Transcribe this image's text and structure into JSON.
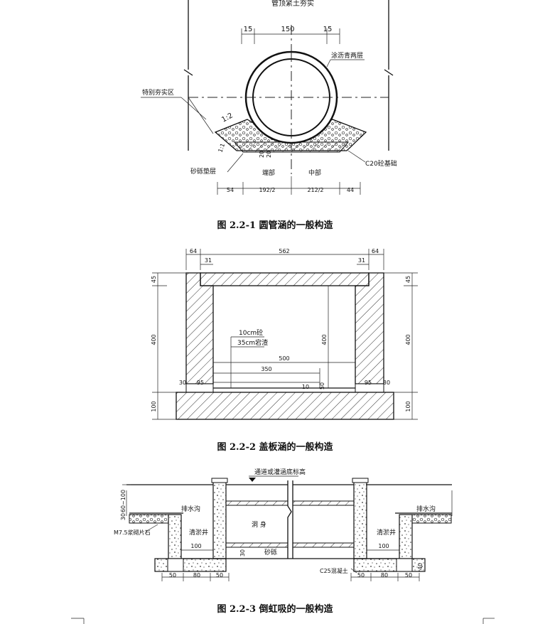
{
  "fig1": {
    "top_text": "管顶紧土夯实",
    "dim_top_left": "15",
    "dim_top_mid": "150",
    "dim_top_right": "15",
    "label_coating": "涂沥青两层",
    "label_compact": "特别夯实区",
    "label_slope1": "1:2",
    "label_slope2": "1:1",
    "label_gravel": "砂砾垫层",
    "label_c20": "C20砼基础",
    "dim_20a": "20",
    "dim_20b": "20",
    "label_end": "端部",
    "label_middle": "中部",
    "dim_54": "54",
    "dim_192": "192/2",
    "dim_212": "212/2",
    "dim_44": "44",
    "caption": "图 2.2-1  圆管涵的一般构造"
  },
  "fig2": {
    "dim_64a": "64",
    "dim_562": "562",
    "dim_64b": "64",
    "dim_31a": "31",
    "dim_31b": "31",
    "dim_45a": "45",
    "dim_45b": "45",
    "dim_400a": "400",
    "dim_400b": "400",
    "dim_400c": "400",
    "dim_100a": "100",
    "dim_100b": "100",
    "label_10cm": "10cm砼",
    "label_35cm": "35cm宕渣",
    "dim_500": "500",
    "dim_350": "350",
    "dim_10": "10",
    "dim_50": "50",
    "dim_30a": "30",
    "dim_95a": "95",
    "dim_95b": "95",
    "dim_30b": "30",
    "caption": "图 2.2-2  盖板涵的一般构造"
  },
  "fig3": {
    "label_top": "通道或灌涵底标高",
    "dim_60_100": "60~100",
    "dim_30": "30",
    "label_ditch_l": "排水沟",
    "label_ditch_r": "排水沟",
    "label_m75": "M7.5浆砌片石",
    "label_well_l": "清淤井",
    "label_well_r": "清淤井",
    "label_body": "洞 身",
    "dim_100l": "100",
    "dim_100r": "100",
    "dim_30b": "30",
    "label_sand": "砂砾",
    "label_c25": "C25混凝土",
    "dim_50a": "50",
    "dim_80a": "80",
    "dim_50b": "50",
    "dim_50c": "50",
    "dim_80b": "80",
    "dim_50d": "50",
    "dim_40": "40",
    "caption": "图 2.2-3  倒虹吸的一般构造"
  }
}
